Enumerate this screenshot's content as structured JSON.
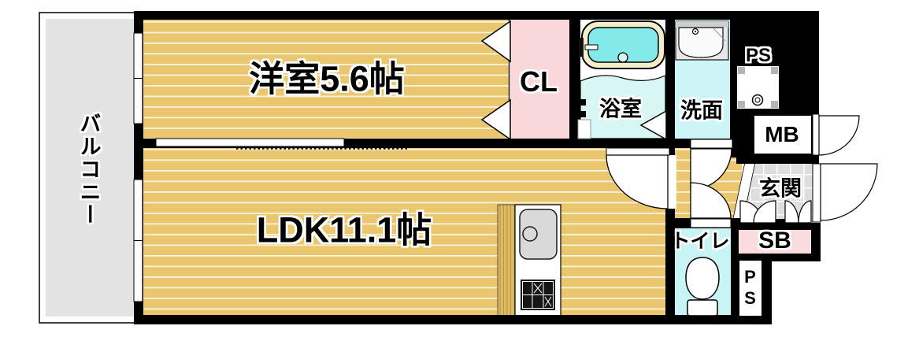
{
  "rooms": {
    "balcony": {
      "label": "バルコニー"
    },
    "western_room": {
      "label": "洋室5.6帖"
    },
    "ldk": {
      "label": "LDK11.1帖"
    },
    "closet": {
      "label": "CL"
    },
    "bathroom": {
      "label": "浴室"
    },
    "washroom": {
      "label": "洗面"
    },
    "toilet": {
      "label": "トイレ"
    },
    "entrance": {
      "label": "玄関"
    },
    "shoe_box": {
      "label": "SB"
    },
    "meter_box": {
      "label": "MB"
    },
    "pipe_space_upper": {
      "label": "PS"
    },
    "pipe_space_lower": {
      "label": "PS"
    }
  },
  "fixtures": [
    "bathtub",
    "washbasin",
    "toilet-bowl",
    "kitchen-sink",
    "gas-stove",
    "sliding-door",
    "door-swing",
    "window"
  ],
  "colors": {
    "wall": "#000000",
    "wood_floor": "#eac76e",
    "wood_stripe": "#fbf3dd",
    "balcony_gray": "#e3e3e3",
    "closet_pink": "#f9d7da",
    "shoebox_pink": "#fbdbde",
    "wet_area_cyan": "#cdf4f6",
    "bath_water_cyan": "#84e9e9",
    "tub_rim_cream": "#f3eec9",
    "entrance_tile_gray": "#dedede"
  }
}
